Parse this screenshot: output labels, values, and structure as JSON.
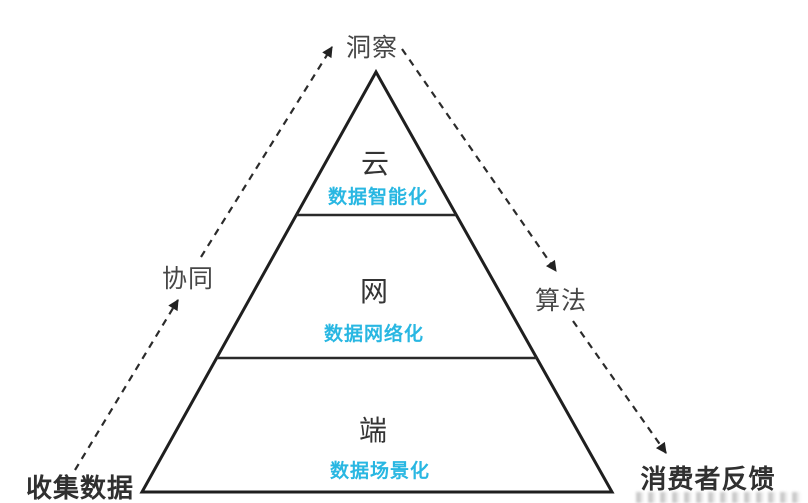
{
  "diagram": {
    "apex_label": "洞察",
    "levels": [
      {
        "name": "云",
        "caption": "数据智能化"
      },
      {
        "name": "网",
        "caption": "数据网络化"
      },
      {
        "name": "端",
        "caption": "数据场景化"
      }
    ],
    "left_path": {
      "start_label": "收集数据",
      "mid_label": "协同"
    },
    "right_path": {
      "mid_label": "算法",
      "end_label": "消费者反馈"
    },
    "colors": {
      "accent_cyan": "#29B7E2",
      "line_dark": "#1F1F1F",
      "text_dark": "#3C3C3C"
    }
  }
}
